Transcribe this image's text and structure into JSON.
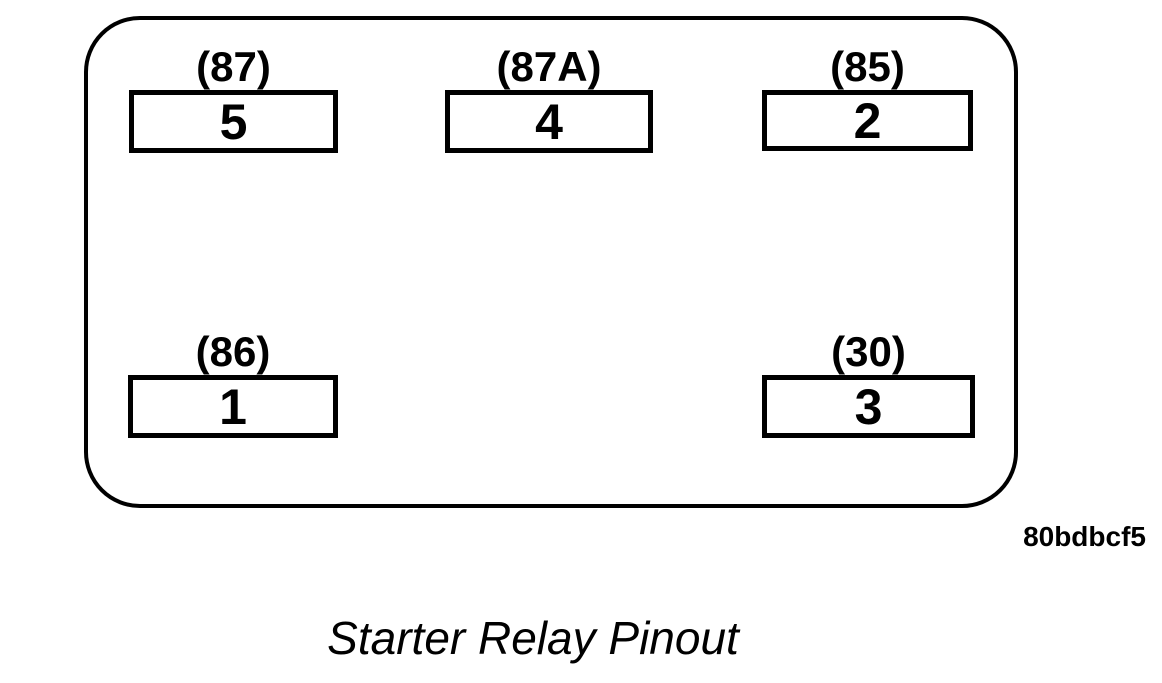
{
  "diagram": {
    "caption": "Starter Relay Pinout",
    "figure_code": "80bdbcf5",
    "colors": {
      "line": "#000000",
      "background": "#ffffff"
    },
    "pins": [
      {
        "terminal": "(87)",
        "number": "5",
        "row": "top",
        "column": "left"
      },
      {
        "terminal": "(87A)",
        "number": "4",
        "row": "top",
        "column": "center"
      },
      {
        "terminal": "(85)",
        "number": "2",
        "row": "top",
        "column": "right"
      },
      {
        "terminal": "(86)",
        "number": "1",
        "row": "bottom",
        "column": "left"
      },
      {
        "terminal": "(30)",
        "number": "3",
        "row": "bottom",
        "column": "right"
      }
    ]
  }
}
